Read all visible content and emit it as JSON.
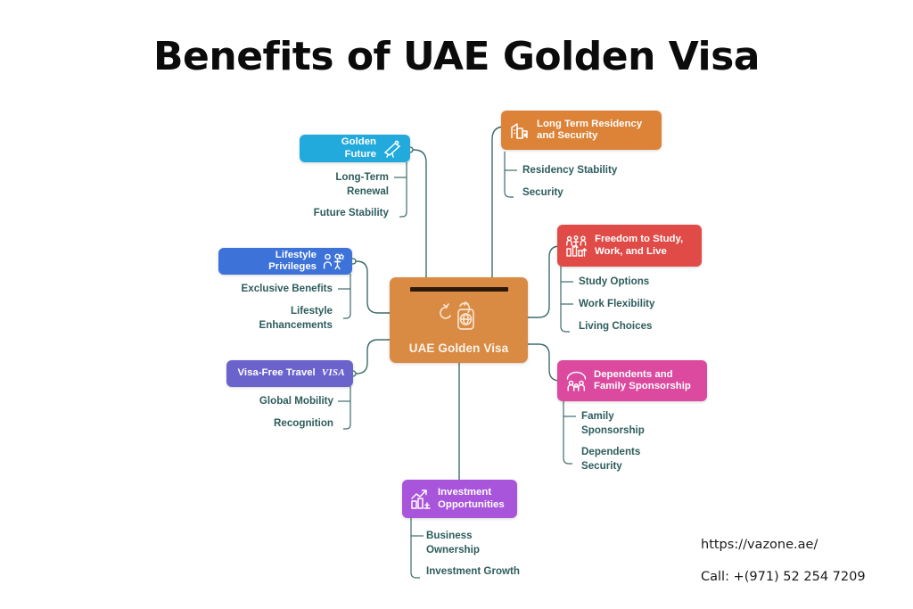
{
  "title": "Benefits of UAE Golden Visa",
  "center": {
    "label": "UAE Golden Visa",
    "icon": "passport-globe-icon",
    "color": "#D98A43"
  },
  "footer": {
    "url": "https://vazone.ae/",
    "phone": "Call: +(971) 52 254 7209"
  },
  "branches": [
    {
      "id": "golden-future",
      "label": "Golden Future",
      "icon": "telescope-icon",
      "color": "#22AADD",
      "side": "left",
      "children": [
        "Long-Term\nRenewal",
        "Future Stability"
      ]
    },
    {
      "id": "long-term-residency",
      "label": "Long Term Residency and Security",
      "icon": "buildings-lock-icon",
      "color": "#DD8338",
      "side": "right",
      "children": [
        "Residency Stability",
        "Security"
      ]
    },
    {
      "id": "lifestyle-privileges",
      "label": "Lifestyle Privileges",
      "icon": "people-star-icon",
      "color": "#3D72D8",
      "side": "left",
      "children": [
        "Exclusive Benefits",
        "Lifestyle\nEnhancements"
      ]
    },
    {
      "id": "freedom-to-study",
      "label": "Freedom to Study, Work, and Live",
      "icon": "people-chart-icon",
      "color": "#E14B47",
      "side": "right",
      "children": [
        "Study Options",
        "Work Flexibility",
        "Living Choices"
      ]
    },
    {
      "id": "visa-free-travel",
      "label": "Visa-Free Travel",
      "icon": "visa-card-icon",
      "color": "#6B63CC",
      "side": "left",
      "children": [
        "Global Mobility",
        "Recognition"
      ]
    },
    {
      "id": "dependents-family",
      "label": "Dependents and Family Sponsorship",
      "icon": "family-umbrella-icon",
      "color": "#DB4A9E",
      "side": "right",
      "children": [
        "Family\nSponsorship",
        "Dependents\nSecurity"
      ]
    },
    {
      "id": "investment-opportunities",
      "label": "Investment Opportunities",
      "icon": "growth-chart-icon",
      "color": "#A855DC",
      "side": "bottom",
      "children": [
        "Business\nOwnership",
        "Investment Growth"
      ]
    }
  ]
}
